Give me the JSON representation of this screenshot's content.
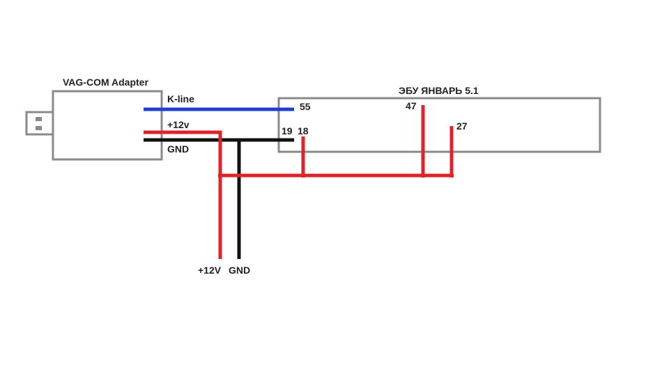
{
  "adapter": {
    "title": "VAG-COM Adapter",
    "k_line_label": "K-line",
    "plus12_label": "+12v",
    "gnd_label": "GND"
  },
  "ecu": {
    "title": "ЭБУ ЯНВАРЬ 5.1",
    "pin_55": "55",
    "pin_47": "47",
    "pin_27": "27",
    "pin_19": "19",
    "pin_18": "18"
  },
  "supply": {
    "plus12_label": "+12V",
    "gnd_label": "GND"
  },
  "colors": {
    "k_line": "#1f3fd0",
    "plus12": "#e0232b",
    "gnd": "#111111",
    "outline": "#8a8a8a"
  }
}
